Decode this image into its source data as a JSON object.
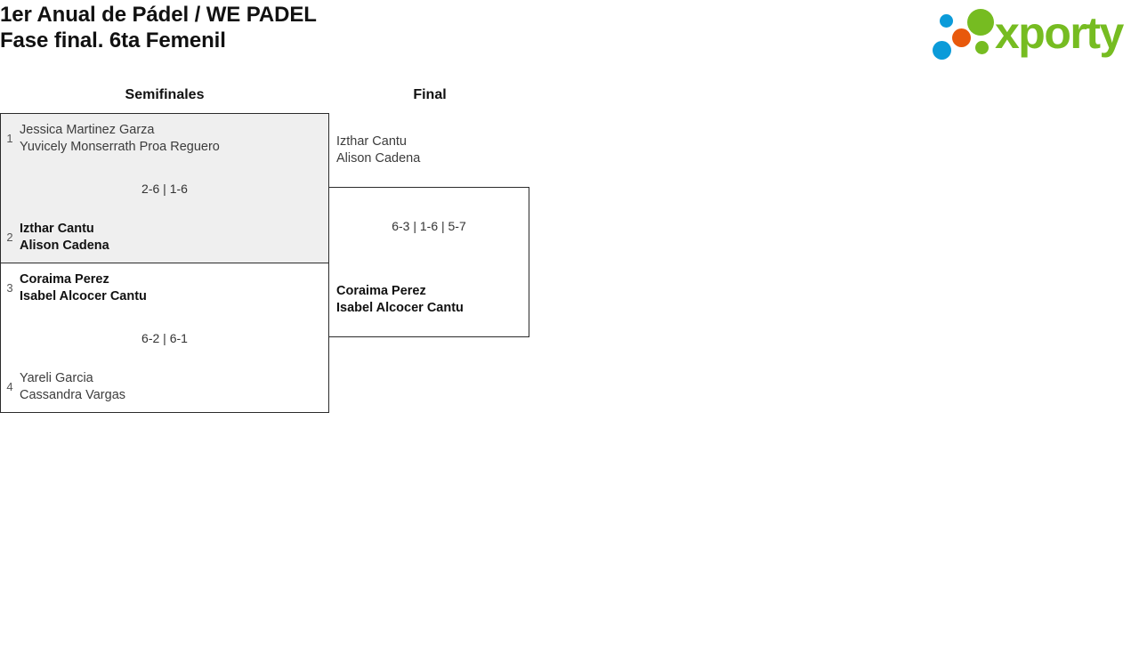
{
  "header": {
    "title_line_1": "1er Anual de Pádel / WE PADEL",
    "title_line_2": "Fase final. 6ta Femenil",
    "logo_word": "xporty",
    "logo_colors": {
      "green": "#76bc21",
      "blue": "#0b9bd9",
      "orange": "#e8590c"
    }
  },
  "bracket": {
    "rounds": [
      {
        "label": "Semifinales"
      },
      {
        "label": "Final"
      }
    ],
    "matches": [
      {
        "id": "sf-1",
        "round": "Semifinales",
        "highlighted": true,
        "score": "2-6 | 1-6",
        "teams": [
          {
            "seed": "1",
            "result": "loser",
            "player_1": "Jessica Martinez Garza",
            "player_2": "Yuvicely Monserrath Proa Reguero"
          },
          {
            "seed": "2",
            "result": "winner",
            "player_1": "Izthar Cantu",
            "player_2": "Alison Cadena"
          }
        ]
      },
      {
        "id": "sf-2",
        "round": "Semifinales",
        "highlighted": false,
        "score": "6-2 | 6-1",
        "teams": [
          {
            "seed": "3",
            "result": "winner",
            "player_1": "Coraima Perez",
            "player_2": "Isabel Alcocer Cantu"
          },
          {
            "seed": "4",
            "result": "loser",
            "player_1": "Yareli Garcia",
            "player_2": "Cassandra Vargas"
          }
        ]
      },
      {
        "id": "final",
        "round": "Final",
        "highlighted": false,
        "score": "6-3 | 1-6 | 5-7",
        "teams": [
          {
            "seed": "",
            "result": "loser",
            "player_1": "Izthar Cantu",
            "player_2": "Alison Cadena"
          },
          {
            "seed": "",
            "result": "winner",
            "player_1": "Coraima Perez",
            "player_2": "Isabel Alcocer Cantu"
          }
        ]
      }
    ]
  }
}
